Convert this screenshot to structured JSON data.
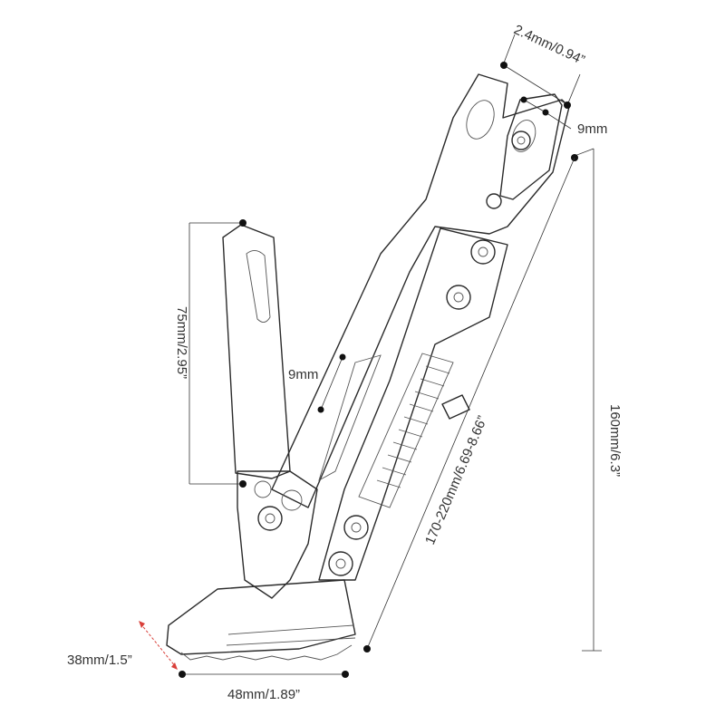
{
  "dimensions": {
    "top_width": "2.4mm/0.94”",
    "hole_top": "9mm",
    "height": "160mm/6.3”",
    "length": "170-220mm/6.69-8.66”",
    "plate": "75mm/2.95”",
    "hole_mid": "9mm",
    "foot_thickness": "38mm/1.5”",
    "foot_width": "48mm/1.89”"
  },
  "colors": {
    "line": "#2b2b2b",
    "text": "#333333",
    "accent_arrow": "#d9403a"
  }
}
